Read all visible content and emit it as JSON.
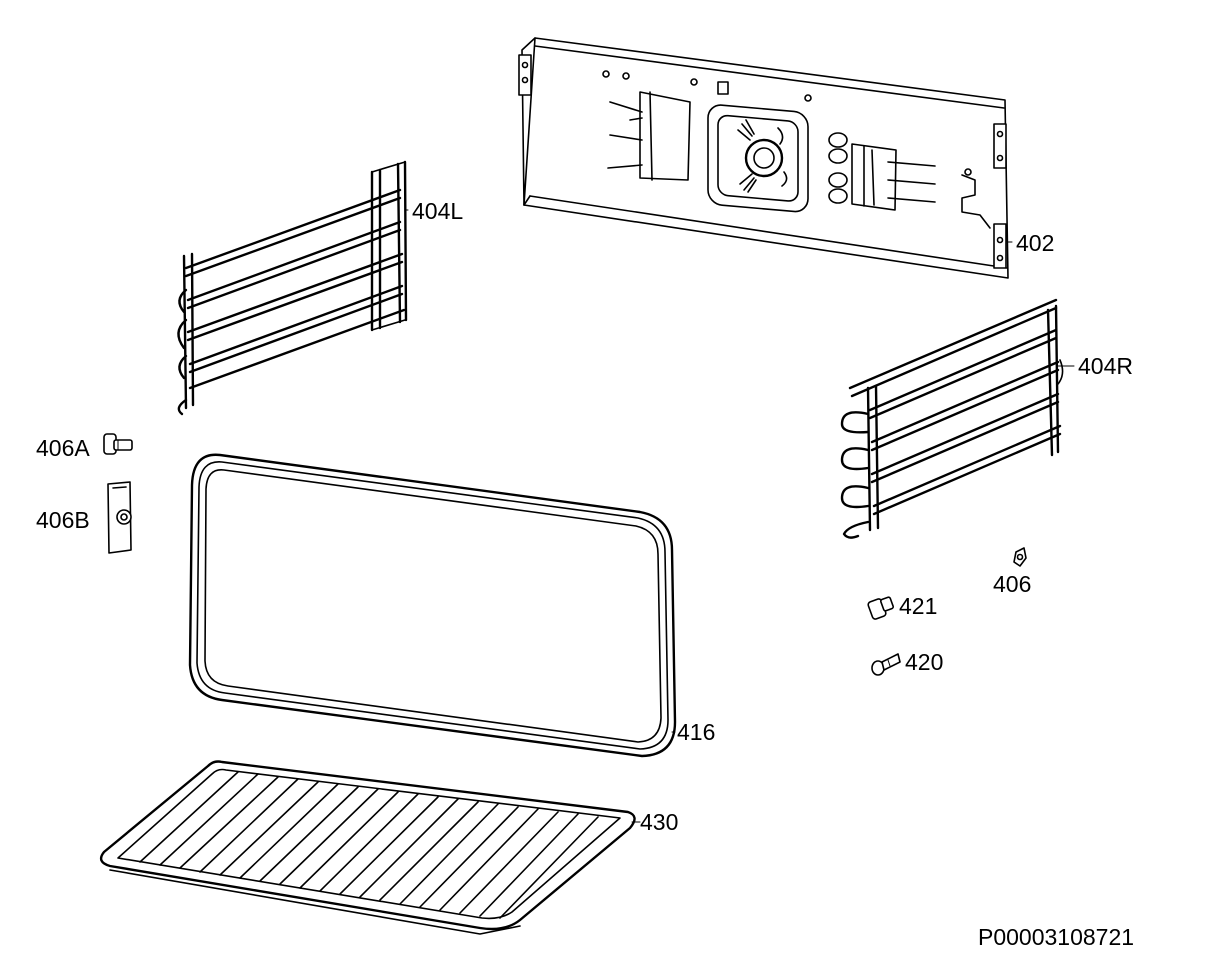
{
  "labels": {
    "p402": "402",
    "p404L": "404L",
    "p404R": "404R",
    "p406A": "406A",
    "p406B": "406B",
    "p406": "406",
    "p416": "416",
    "p420": "420",
    "p421": "421",
    "p430": "430"
  },
  "doc_id": "P00003108721",
  "colors": {
    "line": "#000000",
    "background": "#ffffff"
  },
  "icons": [
    "back-panel-icon",
    "shelf-support-left-icon",
    "shelf-support-right-icon",
    "door-seal-icon",
    "wire-grid-shelf-icon",
    "screw-icon",
    "bolt-icon",
    "bracket-icon",
    "nut-icon"
  ]
}
